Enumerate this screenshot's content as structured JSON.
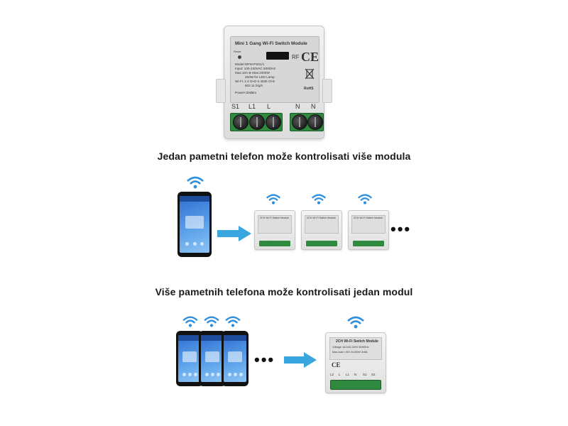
{
  "captions": {
    "one_phone": "Jedan pametni telefon može kontrolisati više modula",
    "many_phones": "Više pametnih telefona može kontrolisati jedan modul"
  },
  "module_label": {
    "title": "Mini 1 Gang Wi-Fi Switch Module",
    "reset": "Reset",
    "rf": "RF",
    "ce": "CE",
    "rohs": "RoHS",
    "line1": "Model:WFM-PS01/1",
    "line2": "Input: 100-240VAC 50/60Hz",
    "line3": "Max:10A ⊕ Max:2300W",
    "line4": "250W for LED Lamp",
    "line5": "Wi-Fi: 2.4 GHz-2.4835 GHz",
    "line6": "802.11 b/g/n",
    "line7": "Power<20dBm",
    "terminals": [
      "S1",
      "L1",
      "L",
      "N",
      "N"
    ]
  },
  "small_module": {
    "title": "2CH Wi-Fi Switch Module"
  },
  "big_small_module": {
    "title": "2CH Wi-Fi Switch Module",
    "line1": "Voltage:  AC100-240V 50/60Hz",
    "line2": "Max.load: LED 2x150W  2x5A",
    "terminals": [
      "L2",
      "L",
      "L1",
      "N",
      "S1",
      "S2"
    ]
  },
  "ellipsis": "•••",
  "colors": {
    "arrow": "#3aa6e0",
    "wifi": "#2e8ede",
    "terminal_green": "#2f8a3f"
  },
  "icons": [
    "wifi-icon",
    "arrow-right-icon",
    "smartphone-icon",
    "ce-mark-icon",
    "weee-bin-icon"
  ]
}
